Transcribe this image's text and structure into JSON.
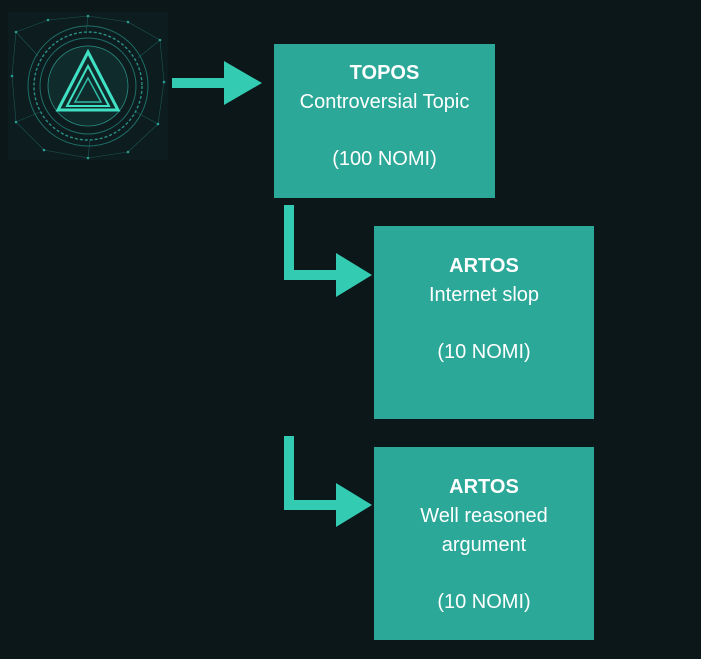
{
  "diagram": {
    "nodes": [
      {
        "id": "topos",
        "title": "TOPOS",
        "description": "Controversial Topic",
        "cost": "(100 NOMI)"
      },
      {
        "id": "artos-1",
        "title": "ARTOS",
        "description": "Internet slop",
        "cost": "(10 NOMI)"
      },
      {
        "id": "artos-2",
        "title": "ARTOS",
        "description": "Well reasoned argument",
        "cost": "(10 NOMI)"
      }
    ],
    "edges": [
      {
        "from": "logo",
        "to": "topos"
      },
      {
        "from": "topos",
        "to": "artos-1"
      },
      {
        "from": "topos",
        "to": "artos-2"
      }
    ]
  },
  "colors": {
    "background": "#0b1719",
    "box": "#2ba898",
    "arrow": "#33ccb3",
    "text": "#ffffff"
  },
  "icons": {
    "logo": "triangle-circle-network-logo"
  }
}
